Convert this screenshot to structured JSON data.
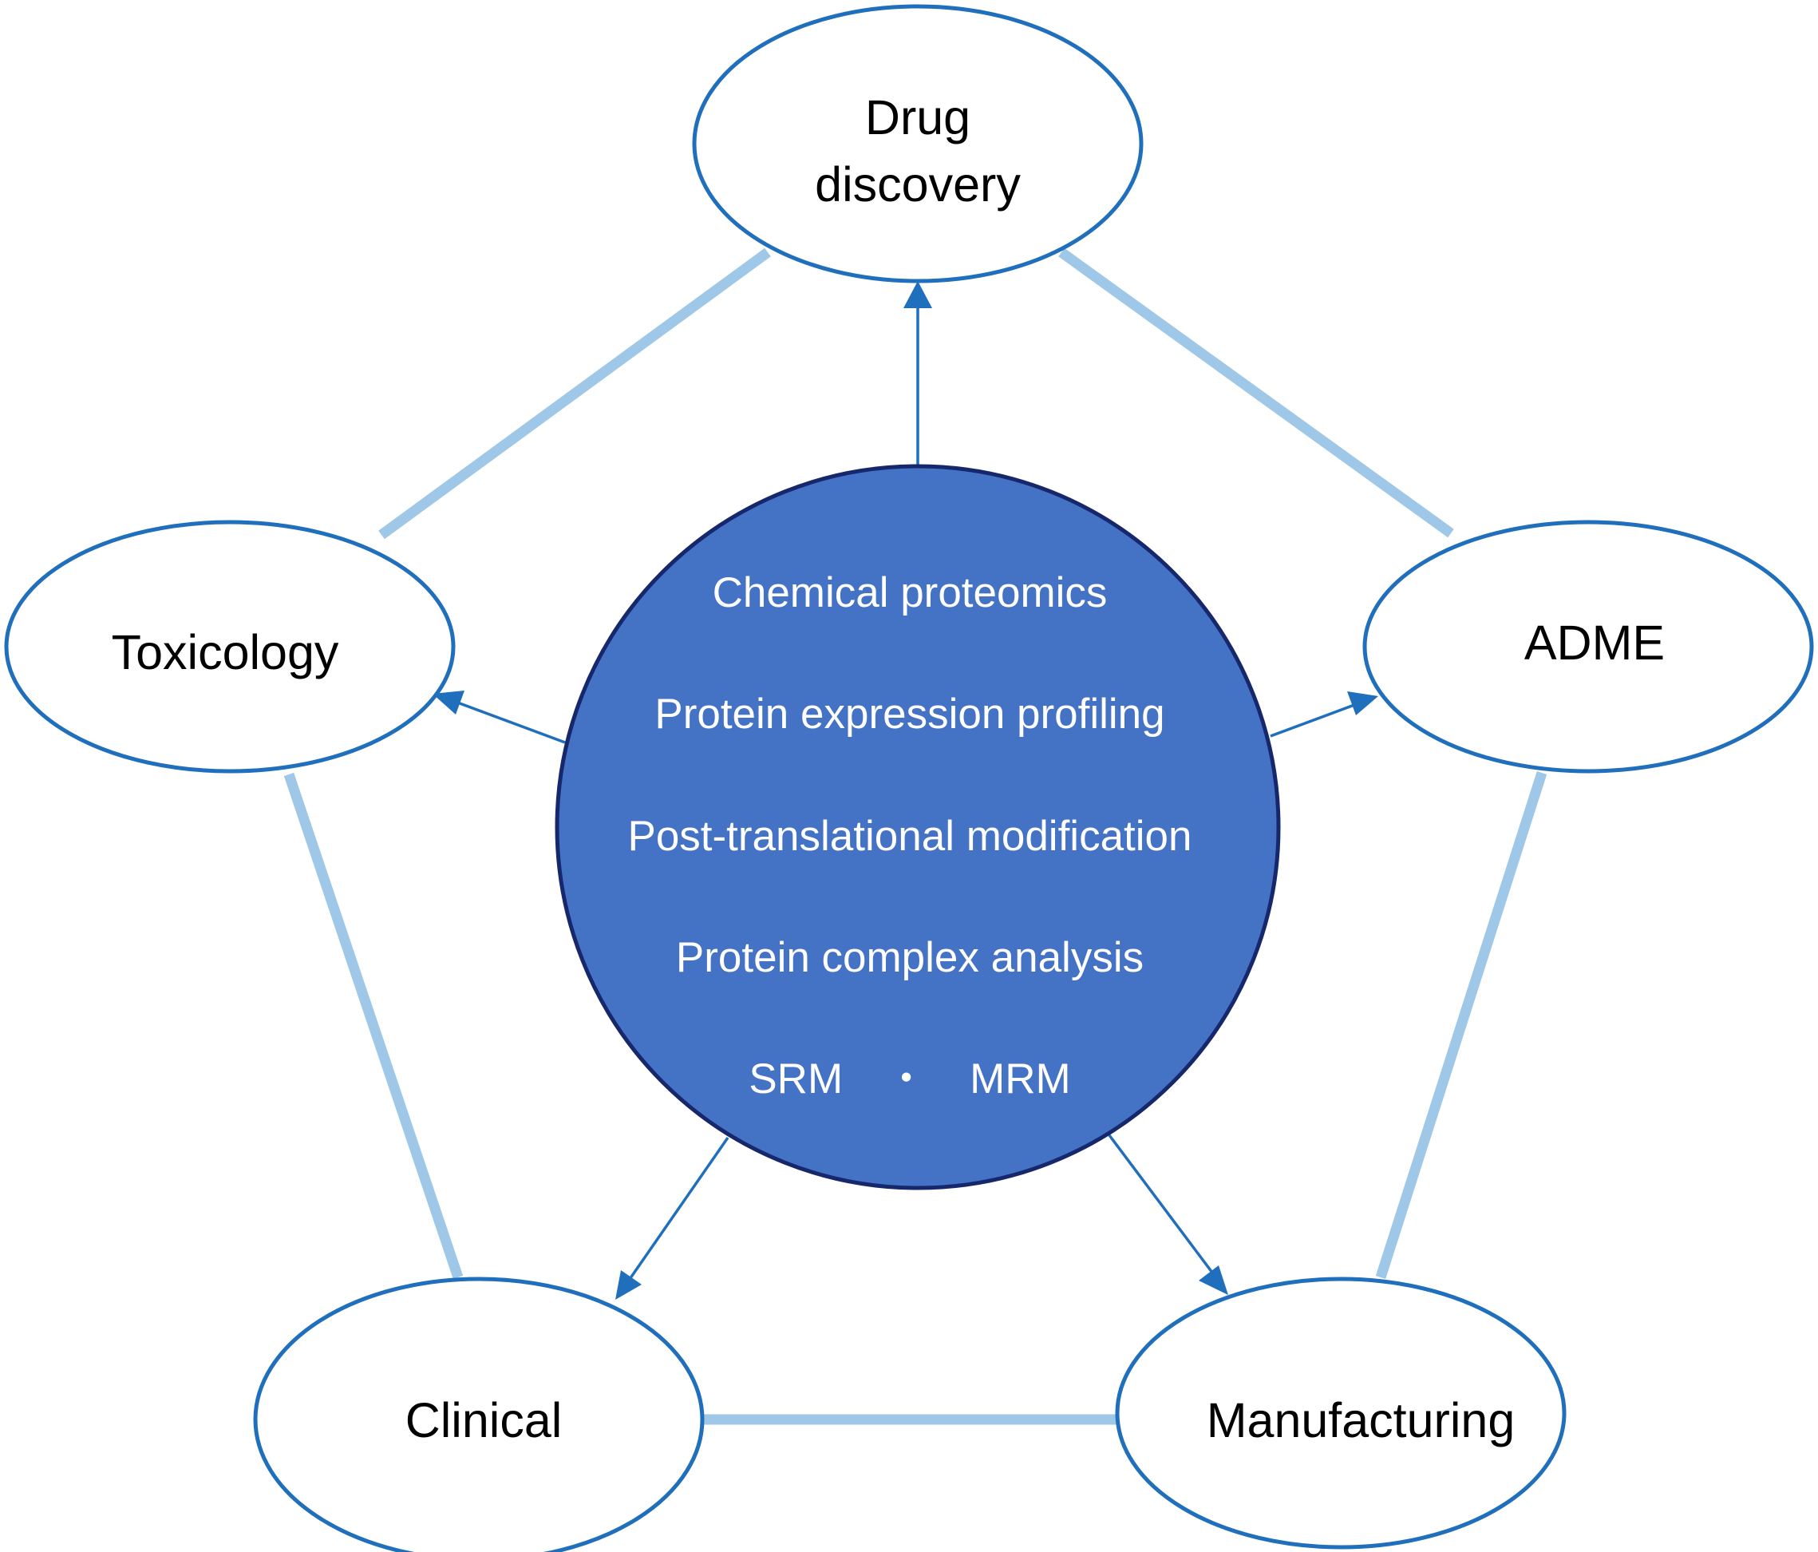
{
  "colors": {
    "outline": "#1f6fbd",
    "connector": "#9fc7e7",
    "hub_fill": "#4472c4",
    "hub_stroke": "#16286b",
    "arrow": "#1f6fbd",
    "node_text": "#000000",
    "hub_text": "#ffffff"
  },
  "hub": {
    "items": [
      "Chemical proteomics",
      "Protein expression profiling",
      "Post-translational modification",
      "Protein complex analysis",
      "SRM　・　MRM"
    ]
  },
  "nodes": {
    "drug_discovery": {
      "line1": "Drug",
      "line2": "discovery"
    },
    "adme": {
      "label": "ADME"
    },
    "manufacturing": {
      "label": "Manufacturing"
    },
    "clinical": {
      "label": "Clinical"
    },
    "toxicology": {
      "label": "Toxicology"
    }
  }
}
